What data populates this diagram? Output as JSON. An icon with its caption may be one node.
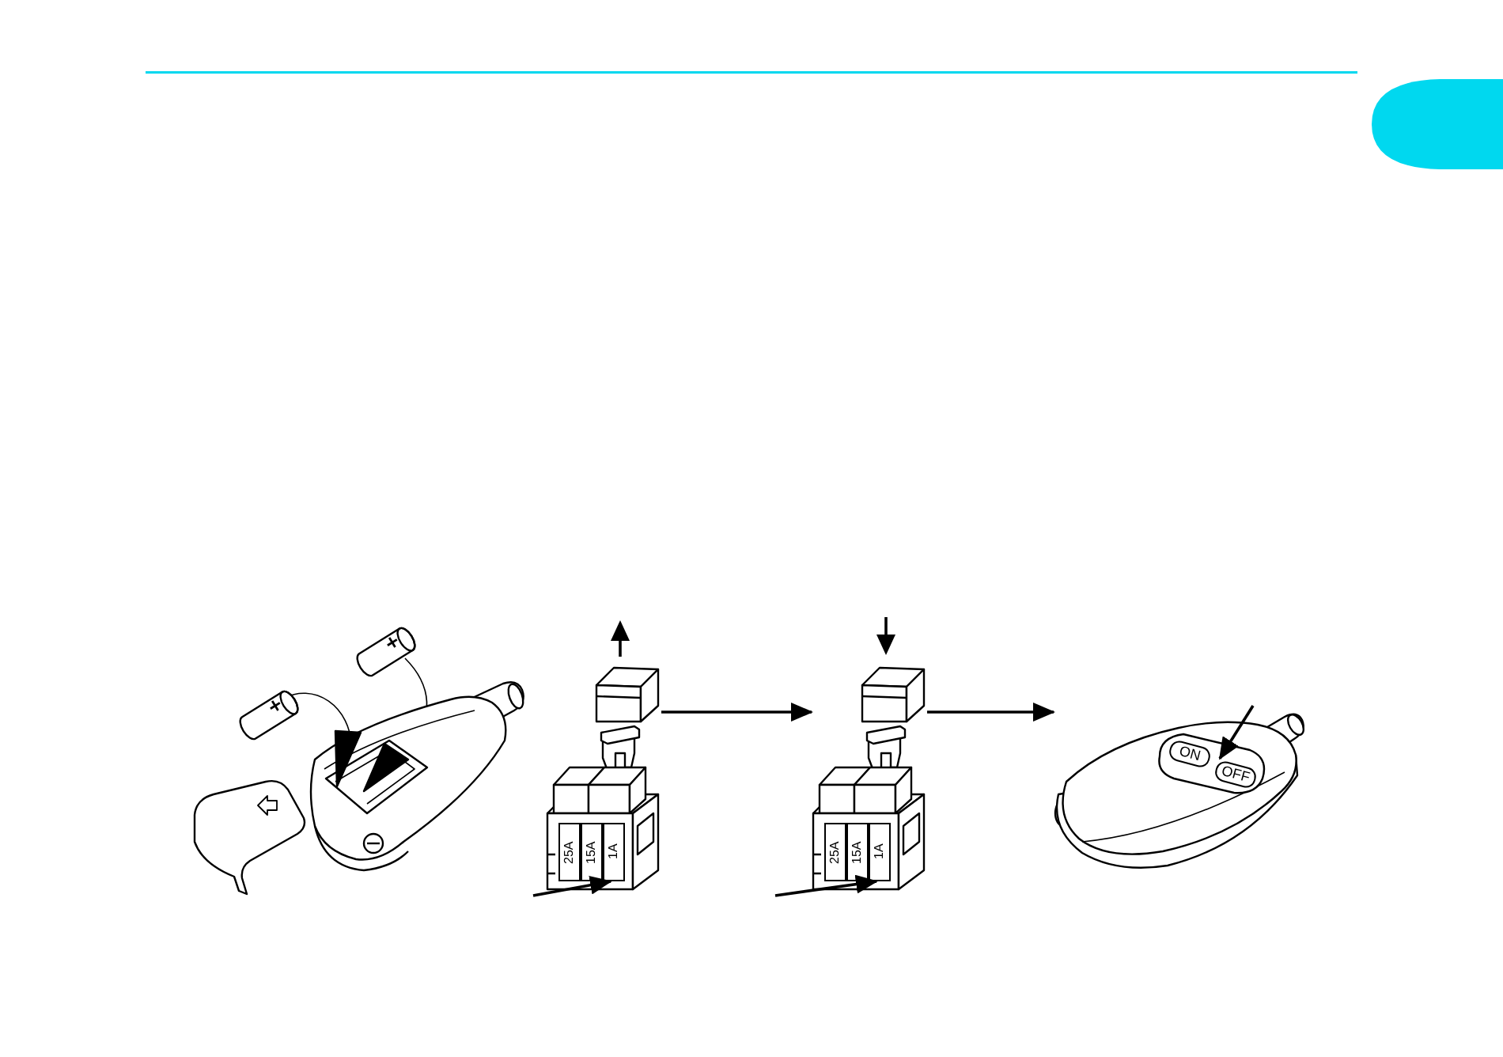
{
  "diagram": {
    "nodes": [
      {
        "text": [],
        "shape": "picture"
      },
      {
        "text": [],
        "shape": "picture"
      },
      {
        "text": [
          "25A"
        ],
        "in": 1
      },
      {
        "text": [
          "15A"
        ],
        "in": 1
      },
      {
        "text": [
          "1A"
        ],
        "in": 1
      },
      {
        "text": [],
        "shape": "picture"
      },
      {
        "text": [
          "25A"
        ],
        "in": 5
      },
      {
        "text": [
          "15A"
        ],
        "in": 5
      },
      {
        "text": [
          "1A"
        ],
        "in": 5
      },
      {
        "text": [],
        "shape": "picture"
      },
      {
        "text": [
          "ON"
        ],
        "in": 9
      },
      {
        "text": [
          "OFF"
        ],
        "in": 9
      }
    ],
    "edges": [
      {
        "from": null,
        "to": 4,
        "arrow": "to"
      },
      {
        "from": 1,
        "to": 5,
        "arrow": "to"
      },
      {
        "from": null,
        "to": 8,
        "arrow": "to"
      },
      {
        "from": 5,
        "to": 9,
        "arrow": "to"
      },
      {
        "from": null,
        "to": 11,
        "arrow": "to"
      }
    ]
  }
}
